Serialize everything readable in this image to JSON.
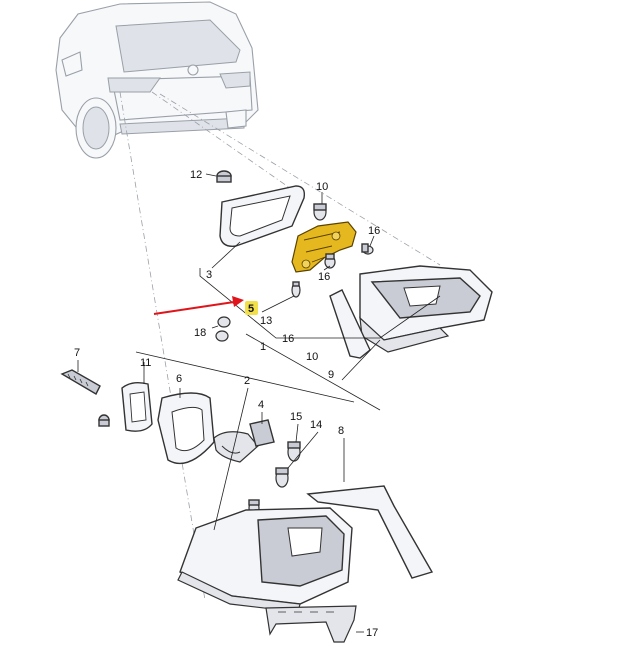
{
  "labels": {
    "l1": "1",
    "l2": "2",
    "l3": "3",
    "l4": "4",
    "l5": "5",
    "l6": "6",
    "l7": "7",
    "l8": "8",
    "l9": "9",
    "l10a": "10",
    "l10b": "10",
    "l11": "11",
    "l12": "12",
    "l13": "13",
    "l14": "14",
    "l15": "15",
    "l16a": "16",
    "l16b": "16",
    "l16c": "16",
    "l17": "17",
    "l18": "18"
  },
  "colors": {
    "highlight_part": "#e6b820",
    "highlight_badge": "#f2e04a",
    "pointer_arrow": "#e0151b",
    "outline": "#333333"
  }
}
